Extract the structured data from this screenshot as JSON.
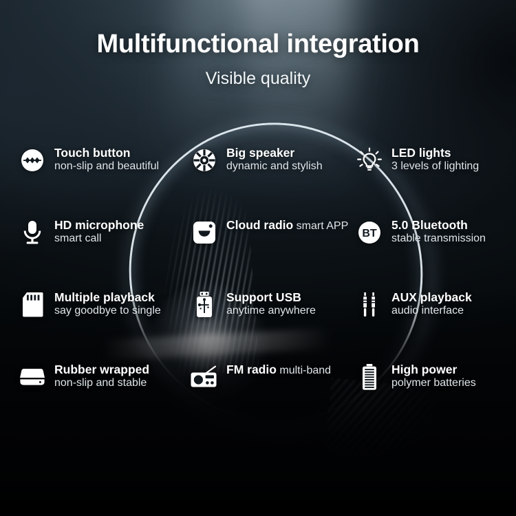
{
  "header": {
    "title": "Multifunctional integration",
    "subtitle": "Visible quality"
  },
  "colors": {
    "icon": "#ffffff",
    "title_text": "#ffffff",
    "sub_text": "#dfe6ea",
    "background_top": "#46555f",
    "background_bottom": "#000000",
    "ring_glow": "#ecf6fc"
  },
  "features": [
    {
      "icon": "touch-button-icon",
      "title": "Touch button",
      "subtitle": "non-slip and beautiful"
    },
    {
      "icon": "big-speaker-icon",
      "title": "Big speaker",
      "subtitle": "dynamic and stylish"
    },
    {
      "icon": "led-lightbulb-icon",
      "title": "LED lights",
      "subtitle": "3 levels of lighting"
    },
    {
      "icon": "microphone-icon",
      "title": "HD microphone",
      "subtitle": "smart call"
    },
    {
      "icon": "cloud-radio-icon",
      "title": "Cloud radio",
      "subtitle": "smart APP"
    },
    {
      "icon": "bluetooth-bt-icon",
      "title": "5.0 Bluetooth",
      "subtitle": "stable transmission"
    },
    {
      "icon": "memory-card-icon",
      "title": "Multiple playback",
      "subtitle": "say goodbye to single"
    },
    {
      "icon": "usb-drive-icon",
      "title": "Support USB",
      "subtitle": "anytime anywhere"
    },
    {
      "icon": "aux-jack-icon",
      "title": "AUX playback",
      "subtitle": "audio interface"
    },
    {
      "icon": "rubber-box-icon",
      "title": "Rubber wrapped",
      "subtitle": "non-slip and stable"
    },
    {
      "icon": "fm-radio-icon",
      "title": "FM radio",
      "subtitle": "multi-band"
    },
    {
      "icon": "battery-icon",
      "title": "High power",
      "subtitle": "polymer batteries"
    }
  ]
}
